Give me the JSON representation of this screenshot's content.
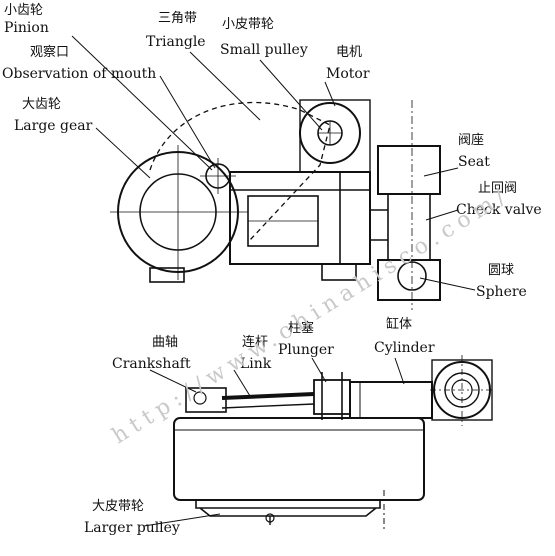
{
  "labels": {
    "pinion": {
      "cn": "小齿轮",
      "en": "Pinion"
    },
    "observation": {
      "cn": "观察口",
      "en": "Observation of mouth"
    },
    "large_gear": {
      "cn": "大齿轮",
      "en": "Large gear"
    },
    "triangle": {
      "cn": "三角带",
      "en": "Triangle"
    },
    "small_pulley": {
      "cn": "小皮带轮",
      "en": "Small pulley"
    },
    "motor": {
      "cn": "电机",
      "en": "Motor"
    },
    "seat": {
      "cn": "阀座",
      "en": "Seat"
    },
    "check_valve": {
      "cn": "止回阀",
      "en": "Check valve"
    },
    "sphere": {
      "cn": "圆球",
      "en": "Sphere"
    },
    "crankshaft": {
      "cn": "曲轴",
      "en": "Crankshaft"
    },
    "link": {
      "cn": "连杆",
      "en": "Link"
    },
    "plunger": {
      "cn": "柱塞",
      "en": "Plunger"
    },
    "cylinder": {
      "cn": "缸体",
      "en": "Cylinder"
    },
    "larger_pulley": {
      "cn": "大皮带轮",
      "en": "Larger pulley"
    }
  },
  "watermark": "http://www.chinahisco.com/"
}
